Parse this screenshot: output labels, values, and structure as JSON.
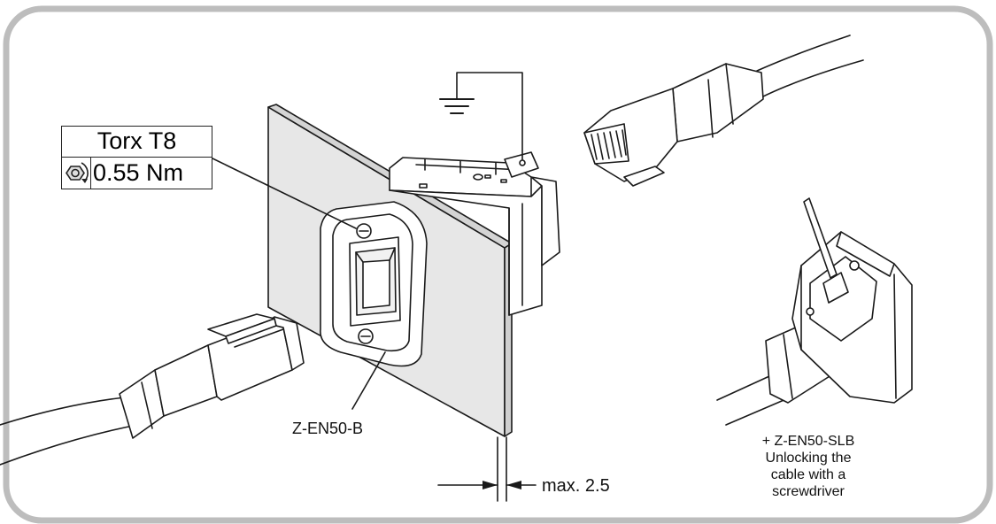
{
  "torque_box": {
    "tool": "Torx T8",
    "torque": "0.55 Nm"
  },
  "labels": {
    "part_number": "Z-EN50-B",
    "panel_thickness": "max. 2.5"
  },
  "note": {
    "lines": [
      "+ Z-EN50-SLB",
      "Unlocking the",
      "cable with a",
      "screwdriver"
    ]
  },
  "icons": [
    "torque-wrench-icon",
    "ground-symbol-icon"
  ],
  "colors": {
    "frame_border": "#bdbdbd",
    "line": "#1a1a1a",
    "panel": "#e6e6e6",
    "cable_fill": "#ffffff"
  }
}
